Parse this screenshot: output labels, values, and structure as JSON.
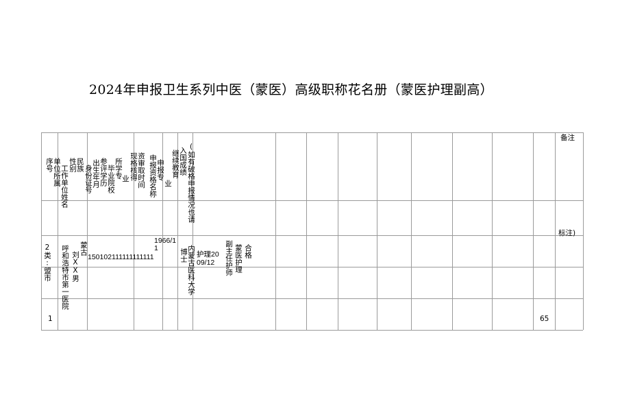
{
  "title": "2024年申报卫生系列中医（蒙医）高级职称花名册（蒙医护理副高）",
  "header": {
    "seq": "序号",
    "unit_belong": "单位所属",
    "work_unit_name": "工作单位姓名",
    "gender": "性别",
    "ethnicity": "民族",
    "id_number": "身份证号",
    "birth": "出生年月",
    "education": "参评学历",
    "school": "毕业院校",
    "major_a": "所学专",
    "major_b": "业",
    "qual_a": "现格核得",
    "qual_b": "资审取时间",
    "apply_title": "申报资格名称",
    "apply_major_a": "申报专",
    "apply_major_b": "业",
    "continuing_edu": "继续教育",
    "score": "入国成绩",
    "note_long": "(如有破格申报情况也请",
    "remarks": "备注",
    "remarks_tail": "标注)"
  },
  "row": {
    "category": "2类:盟市",
    "unit": "呼和浩特市第一医院",
    "name_gender": "刘XX男",
    "ethnicity": "蒙古",
    "id_number": "150102111111111111",
    "birth": "1966/11",
    "education": "博士",
    "school": "内蒙古医科大学",
    "qual": "护理2009/12",
    "apply_title": "副主任护师",
    "apply_major": "蒙医护理",
    "score": "合格",
    "seq": "1",
    "extra": "65"
  }
}
